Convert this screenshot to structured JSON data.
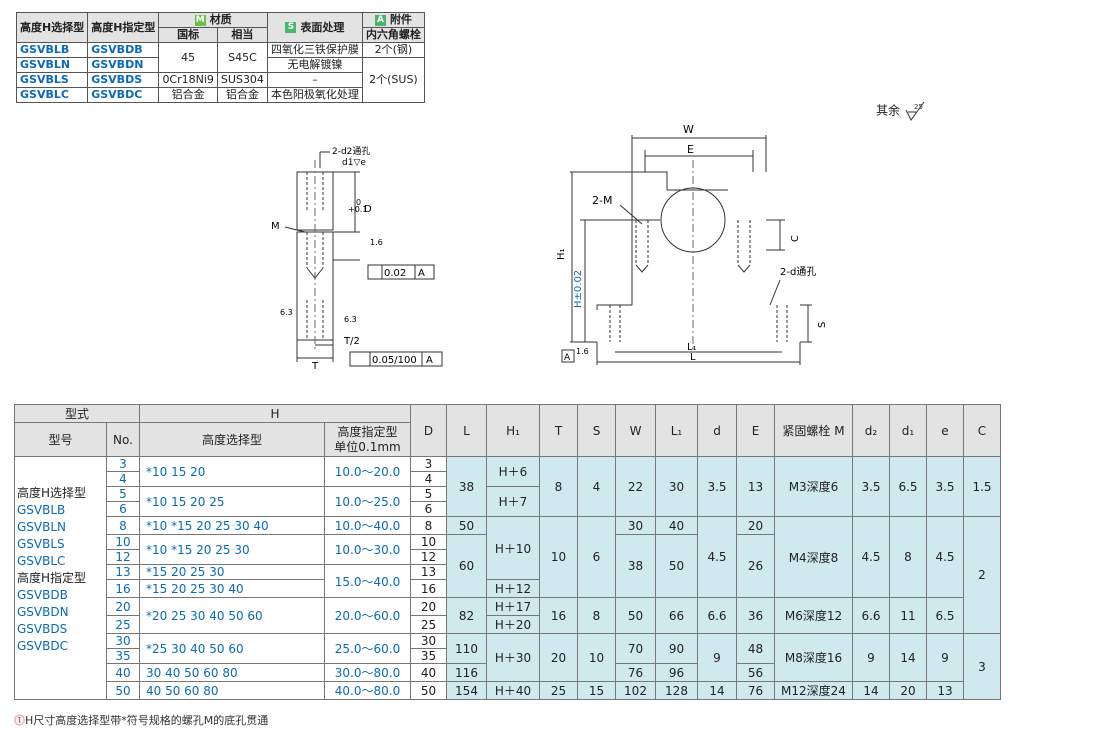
{
  "materials": {
    "headers": {
      "h_select": "高度H选择型",
      "h_specify": "高度H指定型",
      "material": "材质",
      "material_tag": "M",
      "gb": "国标",
      "equiv": "相当",
      "surface": "表面处理",
      "surface_tag": "S",
      "accessory": "附件",
      "accessory_tag": "A",
      "accessory_sub": "内六角螺栓"
    },
    "rows": [
      {
        "a": "GSVBLB",
        "b": "GSVBDB",
        "gb": "45",
        "eq": "S45C",
        "surface": "四氧化三铁保护膜",
        "acc": "2个(钢)"
      },
      {
        "a": "GSVBLN",
        "b": "GSVBDN",
        "gb": "",
        "eq": "",
        "surface": "无电解镀镍",
        "acc": ""
      },
      {
        "a": "GSVBLS",
        "b": "GSVBDS",
        "gb": "0Cr18Ni9",
        "eq": "SUS304",
        "surface": "–",
        "acc": "2个(SUS)"
      },
      {
        "a": "GSVBLC",
        "b": "GSVBDC",
        "gb": "铝合金",
        "eq": "铝合金",
        "surface": "本色阳极氧化处理",
        "acc": ""
      }
    ]
  },
  "roughness_note": {
    "text": "其余",
    "value": "25"
  },
  "drawing_left": {
    "hole_label": "2-d2通孔",
    "cbore_label": "d1▽e",
    "d_label": "D",
    "d_tol_up": "+0.1",
    "d_tol_lo": "0",
    "m_label": "M",
    "rough_16": "1.6",
    "flat_tol": "0.02",
    "datum": "A",
    "r63a": "6.3",
    "r63b": "6.3",
    "t2": "T/2",
    "t": "T",
    "perp_tol": "0.05/100"
  },
  "drawing_right": {
    "w": "W",
    "e": "E",
    "m2": "2-M",
    "h1": "H₁",
    "h": "H±0.02",
    "c": "C",
    "d_hole": "2-d通孔",
    "s": "S",
    "l1": "L₁",
    "l": "L",
    "datum": "A",
    "rough": "1.6"
  },
  "spec": {
    "header": {
      "type": "型式",
      "model": "型号",
      "no": "No.",
      "h": "H",
      "h_select": "高度选择型",
      "h_specify": "高度指定型",
      "h_unit": "单位0.1mm",
      "cols": [
        "D",
        "L",
        "H₁",
        "T",
        "S",
        "W",
        "L₁",
        "d",
        "E",
        "紧固螺栓 M",
        "d₂",
        "d₁",
        "e",
        "C"
      ]
    },
    "models": [
      "高度H选择型",
      "GSVBLB",
      "GSVBLN",
      "GSVBLS",
      "GSVBLC",
      "高度H指定型",
      "GSVBDB",
      "GSVBDN",
      "GSVBDS",
      "GSVBDC"
    ],
    "nos": [
      "3",
      "4",
      "5",
      "6",
      "8",
      "10",
      "12",
      "13",
      "16",
      "20",
      "25",
      "30",
      "35",
      "40",
      "50"
    ],
    "hsel": [
      "*10   15   20",
      "*10   15   20   25",
      "*10  *15   20   25   30   40",
      "*10  *15   20   25   30",
      "*15   20   25   30",
      "*15   20   25   30   40",
      "*20   25   30   40   50   60",
      "*25   30   40   50   60",
      "30   40   50   60   80",
      "40   50   60   80"
    ],
    "hspec": [
      "10.0～20.0",
      "10.0～25.0",
      "10.0～40.0",
      "10.0～30.0",
      "15.0～40.0",
      "20.0～60.0",
      "25.0～60.0",
      "30.0～80.0",
      "40.0～80.0"
    ],
    "D": [
      "3",
      "4",
      "5",
      "6",
      "8",
      "10",
      "12",
      "13",
      "16",
      "20",
      "25",
      "30",
      "35",
      "40",
      "50"
    ],
    "L": [
      "38",
      "50",
      "60",
      "82",
      "110",
      "116",
      "154"
    ],
    "H1": [
      "H＋6",
      "H＋7",
      "H＋10",
      "H＋12",
      "H＋17",
      "H＋20",
      "H＋30",
      "H＋40"
    ],
    "T": [
      "8",
      "10",
      "16",
      "20",
      "25"
    ],
    "S": [
      "4",
      "6",
      "8",
      "10",
      "15"
    ],
    "W": [
      "22",
      "30",
      "38",
      "50",
      "70",
      "76",
      "102"
    ],
    "L1": [
      "30",
      "40",
      "50",
      "66",
      "90",
      "96",
      "128"
    ],
    "d": [
      "3.5",
      "4.5",
      "6.6",
      "9",
      "14"
    ],
    "E": [
      "13",
      "20",
      "26",
      "36",
      "48",
      "56",
      "76"
    ],
    "M": [
      "M3深度6",
      "M4深度8",
      "M6深度12",
      "M8深度16",
      "M12深度24"
    ],
    "d2": [
      "3.5",
      "4.5",
      "6.6",
      "9",
      "14"
    ],
    "d1": [
      "6.5",
      "8",
      "11",
      "14",
      "20"
    ],
    "e": [
      "3.5",
      "4.5",
      "6.5",
      "9",
      "13"
    ],
    "C": [
      "1.5",
      "2",
      "3"
    ]
  },
  "footnote": "H尺寸高度选择型带*符号规格的螺孔M的底孔贯通"
}
